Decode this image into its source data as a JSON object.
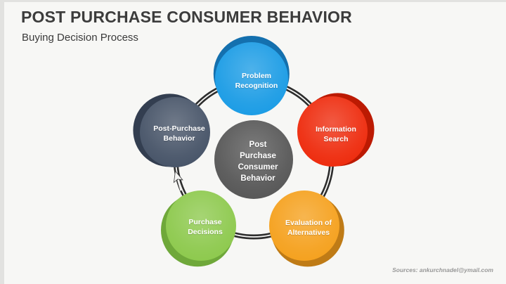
{
  "slide": {
    "title": "POST PURCHASE CONSUMER BEHAVIOR",
    "subtitle": "Buying Decision Process",
    "source_note": "Sources: ankurchnadel@ymail.com"
  },
  "diagram": {
    "type": "cycle-process",
    "ring_color": "#2d2d2d",
    "center": {
      "label": "Post Purchase Consumer Behavior",
      "color": "#575757"
    },
    "steps": [
      {
        "label": "Problem Recognition",
        "color": "#1b9ce5",
        "dark_color": "#1470ae"
      },
      {
        "label": "Information Search",
        "color": "#ee2b0d",
        "dark_color": "#bc1a02"
      },
      {
        "label": "Evaluation of Alternatives",
        "color": "#f5a11e",
        "dark_color": "#bf7b16"
      },
      {
        "label": "Purchase Decisions",
        "color": "#8dc94d",
        "dark_color": "#6fa83a"
      },
      {
        "label": "Post-Purchase Behavior",
        "color": "#475468",
        "dark_color": "#333e50"
      }
    ]
  }
}
